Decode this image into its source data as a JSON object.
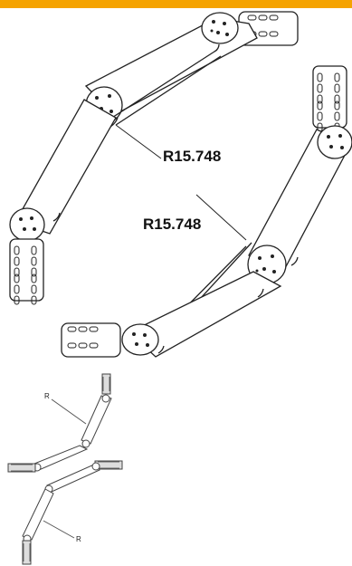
{
  "colors": {
    "accent_bar": "#f5a300",
    "line": "#222222",
    "fill": "#ffffff",
    "small_detail": "#888888"
  },
  "upper_assembly": {
    "radius_label": "R15.748"
  },
  "lower_assembly": {
    "radius_label": "R15.748"
  },
  "mini_view": {
    "top_radius_label": "R",
    "bottom_radius_label": "R"
  }
}
